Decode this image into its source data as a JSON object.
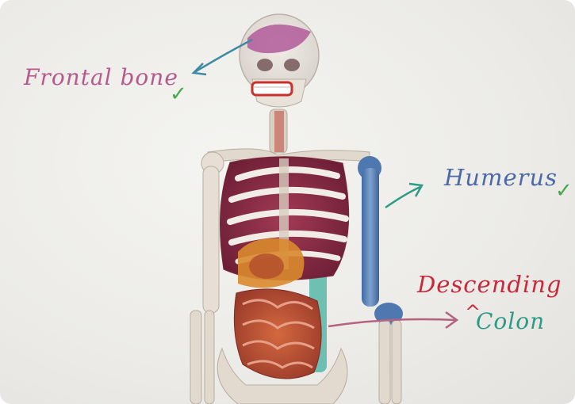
{
  "labels": {
    "frontal": "Frontal bone",
    "humerus": "Humerus",
    "descending": "Descending",
    "colon": "Colon"
  },
  "marks": {
    "check": "✓",
    "caret": "^"
  },
  "colors": {
    "frontal": "#b65a8e",
    "humerus": "#4b68a8",
    "descending": "#c8283a",
    "colon": "#2e9a86",
    "check": "#45a84c",
    "humerus_bone": "#5b82b8"
  }
}
